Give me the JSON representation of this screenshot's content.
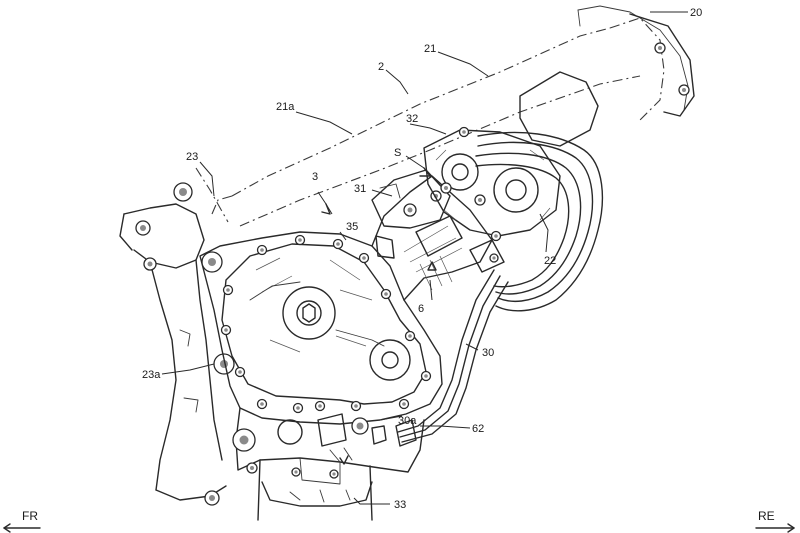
{
  "labels": {
    "l20": "20",
    "l21": "21",
    "l2": "2",
    "l21a": "21a",
    "l32": "32",
    "l23": "23",
    "lS": "S",
    "l3": "3",
    "l31": "31",
    "l35": "35",
    "l22": "22",
    "l6": "6",
    "l30": "30",
    "l23a": "23a",
    "l30a": "30a",
    "l62": "62",
    "l33": "33"
  },
  "directions": {
    "front": "FR",
    "rear": "RE"
  }
}
